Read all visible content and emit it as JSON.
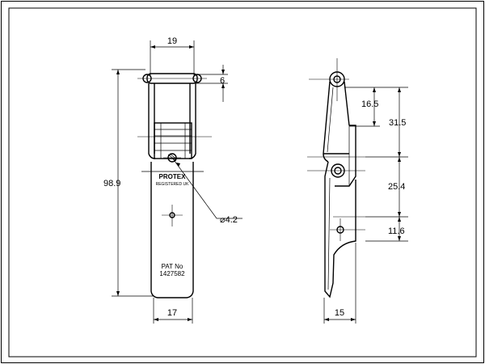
{
  "drawing": {
    "front_view": {
      "dim_top_width": "19",
      "dim_pin_offset": "6",
      "dim_overall_height": "98.9",
      "dim_bottom_width": "17",
      "dim_hole": "⌀4.2",
      "brand": "PROTEX",
      "brand_sub": "REGISTERED UK",
      "patent_line1": "PAT No",
      "patent_line2": "1427582"
    },
    "side_view": {
      "dim_upper": "16.5",
      "dim_span": "31.5",
      "dim_mid": "25.4",
      "dim_lower": "11.6",
      "dim_bottom_width": "15"
    }
  }
}
